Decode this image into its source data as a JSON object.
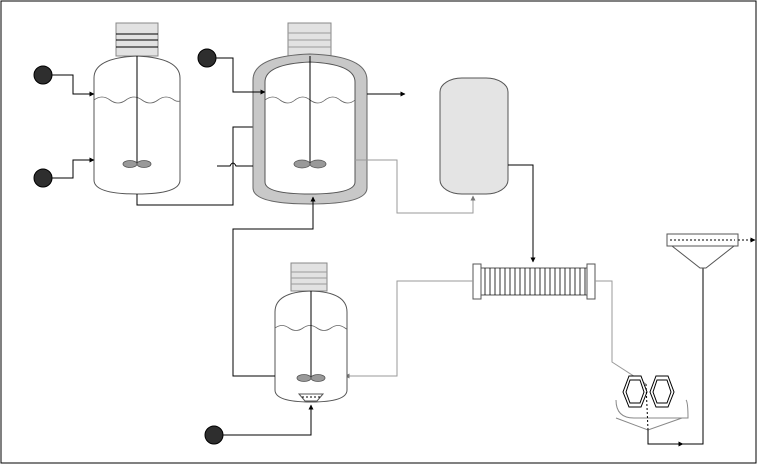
{
  "diagram": {
    "kind": "process-flow-diagram",
    "background": "#ffffff",
    "border_color": "#000000",
    "primary_line_color": "#000000",
    "secondary_line_color": "#9a9a9a",
    "vessel_fill": "#e4e4e4",
    "jacket_fill": "#c8c8c8",
    "inlet_color": "#2e2e2e",
    "components": [
      "feed-inlet-1",
      "feed-inlet-2",
      "feed-inlet-3",
      "feed-inlet-4",
      "mixing-tank",
      "jacketed-reactor",
      "holding-tank",
      "tube-heat-exchanger",
      "lower-mixing-tank",
      "twin-roll-mill",
      "filter-funnel"
    ]
  }
}
